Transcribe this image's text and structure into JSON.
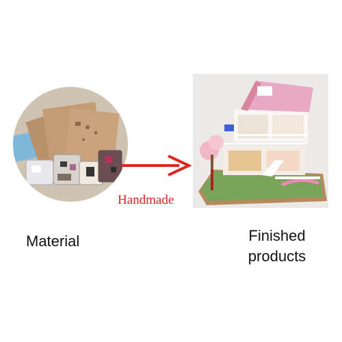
{
  "labels": {
    "handmade": "Handmade",
    "material": "Material",
    "finished_line1": "Finished",
    "finished_line2": "products"
  },
  "colors": {
    "arrow": "#e2231a",
    "handmade_text": "#e2231a",
    "caption_text": "#111111",
    "roof": "#e9a9c2",
    "board": "#b48a5e"
  },
  "icons": {
    "arrow": "right-arrow-icon"
  }
}
